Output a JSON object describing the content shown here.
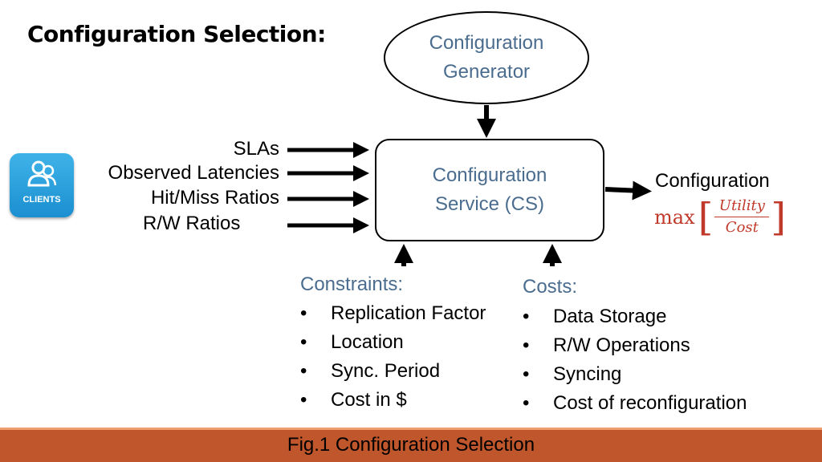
{
  "title": "Configuration Selection:",
  "generator": {
    "line1": "Configuration",
    "line2": "Generator"
  },
  "service": {
    "line1": "Configuration",
    "line2": "Service (CS)"
  },
  "inputs": [
    "SLAs",
    "Observed Latencies",
    "Hit/Miss Ratios",
    "R/W Ratios"
  ],
  "clients": {
    "label": "CLIENTS",
    "icon": "users-icon",
    "color": "#2aa3e0"
  },
  "output": {
    "label": "Configuration",
    "formula": {
      "op": "max",
      "numerator": "Utility",
      "denominator": "Cost"
    },
    "color": "#c0392b"
  },
  "constraints": {
    "heading": "Constraints:",
    "items": [
      "Replication Factor",
      "Location",
      "Sync. Period",
      "Cost in $"
    ]
  },
  "costs": {
    "heading": "Costs:",
    "items": [
      "Data Storage",
      "R/W Operations",
      "Syncing",
      "Cost of reconfiguration"
    ]
  },
  "bullet": "•",
  "caption": "Fig.1 Configuration Selection",
  "colors": {
    "accent_text": "#4a6c8f",
    "footer": "#c0562b",
    "footer_border": "#f0a070"
  }
}
